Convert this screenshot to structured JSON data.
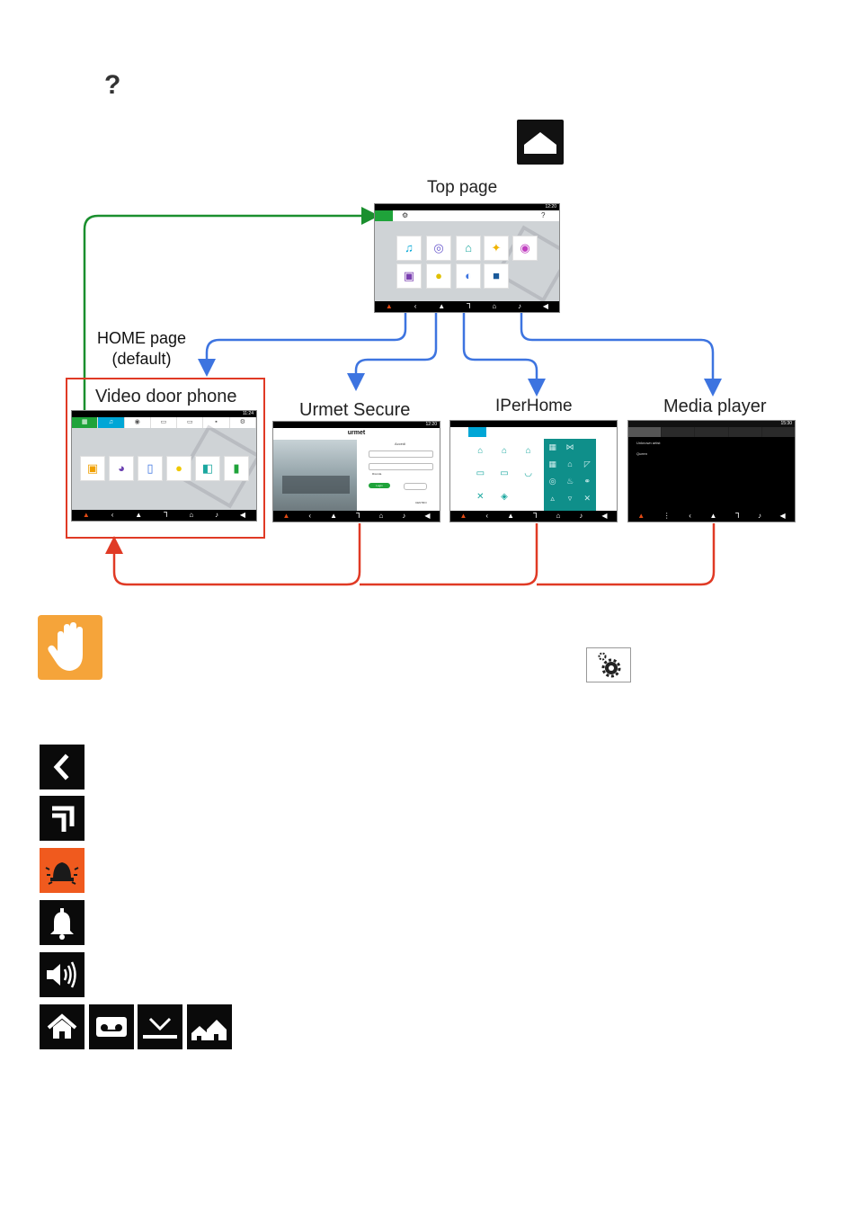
{
  "header": {
    "help_glyph": "?",
    "home_key_icon": "home-key-icon"
  },
  "diagram": {
    "top_page_label": "Top page",
    "home_page_label_line1": "HOME page",
    "home_page_label_line2": "(default)",
    "screens": {
      "video_door_phone": "Video door phone",
      "urmet_secure": "Urmet Secure",
      "iperhome": "IPerHome",
      "media_player": "Media player"
    },
    "top_screen": {
      "time": "12:20",
      "help": "?"
    },
    "video_screen": {
      "time": "11:24"
    },
    "secure_screen": {
      "brand": "urmet",
      "time": "12:20",
      "form_title": "Accedi",
      "remember": "Ricorda",
      "login": "Login",
      "label_small": "CENTRO"
    },
    "media_screen": {
      "time": "15:30",
      "item1": "Unknown artist",
      "item2": "Queen"
    }
  },
  "notice": {
    "hand_icon": "hand-stop-icon",
    "settings_icon": "settings-gear-icon"
  },
  "legend": [
    {
      "icon": "back-arrow-icon"
    },
    {
      "icon": "intercom-handset-icon"
    },
    {
      "icon": "alarm-siren-icon"
    },
    {
      "icon": "bell-icon"
    },
    {
      "icon": "volume-speaker-icon"
    },
    {
      "icon": "home-icon"
    },
    {
      "icon": "answering-machine-icon"
    },
    {
      "icon": "download-tray-icon"
    },
    {
      "icon": "houses-icon"
    }
  ],
  "colors": {
    "arrow_green": "#1a8f2e",
    "arrow_blue": "#3d74e0",
    "arrow_red": "#e03a25",
    "alarm_orange": "#f05a1e",
    "hand_bg": "#f5a43a",
    "teal_panel": "#0f8f8a"
  }
}
